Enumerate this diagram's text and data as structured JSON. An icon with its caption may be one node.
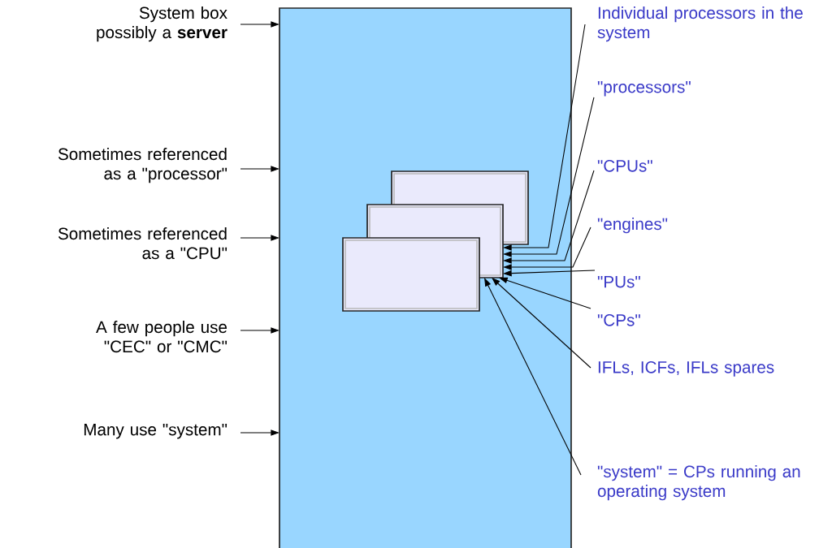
{
  "diagram": {
    "nodes": [
      {
        "text": [],
        "shape": "box"
      },
      {
        "text": [],
        "shape": "box",
        "in": 0
      },
      {
        "text": [],
        "shape": "box",
        "in": 0
      },
      {
        "text": [],
        "shape": "box",
        "in": 0
      },
      {
        "text": [
          "System box possibly a **server**"
        ]
      },
      {
        "text": [
          "Sometimes referenced as a \"processor\""
        ]
      },
      {
        "text": [
          "Sometimes referenced as a \"CPU\""
        ]
      },
      {
        "text": [
          "A few people use \"CEC\" or \"CMC\""
        ]
      },
      {
        "text": [
          "Many use \"system\""
        ]
      },
      {
        "text": [
          "Individual processors in the system"
        ]
      },
      {
        "text": [
          "\"processors\""
        ]
      },
      {
        "text": [
          "\"CPUs\""
        ]
      },
      {
        "text": [
          "\"engines\""
        ]
      },
      {
        "text": [
          "\"PUs\""
        ]
      },
      {
        "text": [
          "\"CPs\""
        ]
      },
      {
        "text": [
          "IFLs, ICFs, IFLs spares"
        ]
      },
      {
        "text": [
          "\"system\" = CPs running an operating system"
        ]
      }
    ],
    "edges": [
      {
        "from": 4,
        "to": 0,
        "arrow": "to"
      },
      {
        "from": 5,
        "to": 0,
        "arrow": "to"
      },
      {
        "from": 6,
        "to": 0,
        "arrow": "to"
      },
      {
        "from": 7,
        "to": 0,
        "arrow": "to"
      },
      {
        "from": 8,
        "to": 0,
        "arrow": "to"
      },
      {
        "from": 9,
        "to": 2,
        "arrow": "to"
      },
      {
        "from": 10,
        "to": 2,
        "arrow": "to"
      },
      {
        "from": 11,
        "to": 2,
        "arrow": "to"
      },
      {
        "from": 12,
        "to": 2,
        "arrow": "to"
      },
      {
        "from": 13,
        "to": 2,
        "arrow": "to"
      },
      {
        "from": 14,
        "to": 2,
        "arrow": "to"
      },
      {
        "from": 15,
        "to": 2,
        "arrow": "to"
      },
      {
        "from": 16,
        "to": 2,
        "arrow": "to"
      }
    ]
  }
}
